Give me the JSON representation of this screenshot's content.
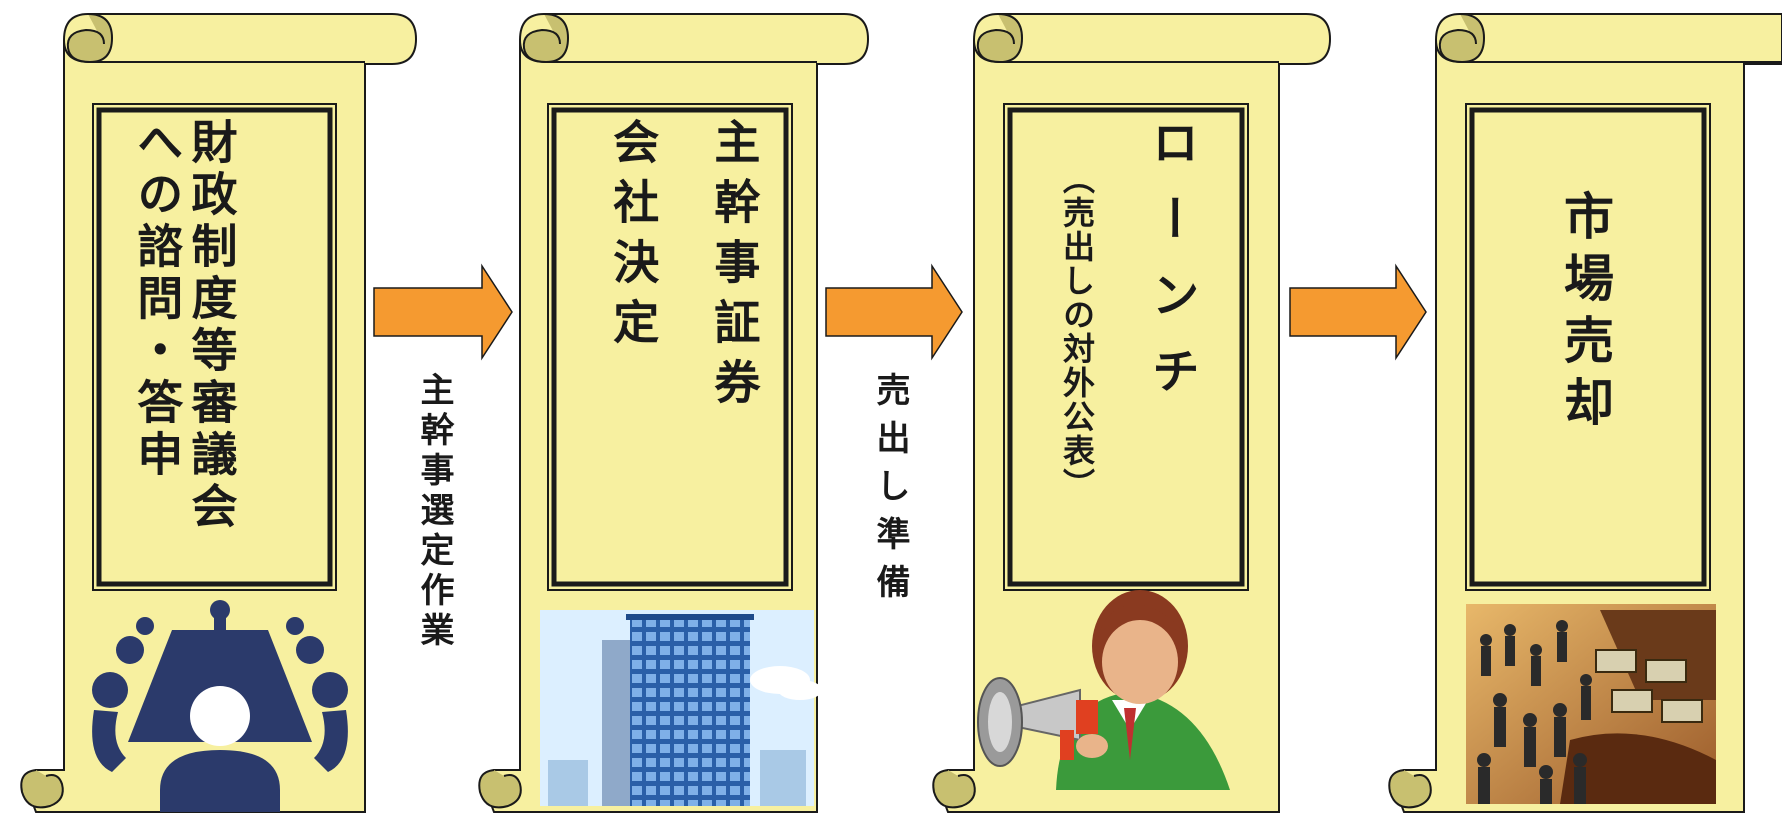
{
  "stages": [
    {
      "id": "s1",
      "label": "財政制度等審議会への諮問・答申",
      "line1": "財政制度等審議会",
      "line2": "への諮問・答申",
      "illustration": "meeting-table-icon"
    },
    {
      "id": "s2",
      "label": "主幹事証券会社決定",
      "line1": "主幹事証券",
      "line2": "会社決定",
      "illustration": "office-building-icon"
    },
    {
      "id": "s3",
      "label": "ローンチ（売出しの対外公表）",
      "line1": "ローンチ",
      "line2": "（売出しの対外公表）",
      "illustration": "person-megaphone-icon"
    },
    {
      "id": "s4",
      "label": "市場売却",
      "line1": "市場売却",
      "illustration": "trading-floor-icon"
    }
  ],
  "steps": [
    {
      "label": "主幹事選定作業"
    },
    {
      "label": "売出し準備"
    },
    {
      "label": ""
    }
  ],
  "colors": {
    "scroll": "#f7f0a0",
    "scroll_stroke": "#1a1a1a",
    "curl": "#c8c070",
    "arrow": "#f59a30",
    "meeting_icon": "#2b3a6b",
    "sky": "#dcefff",
    "building": "#2a5fa8"
  }
}
